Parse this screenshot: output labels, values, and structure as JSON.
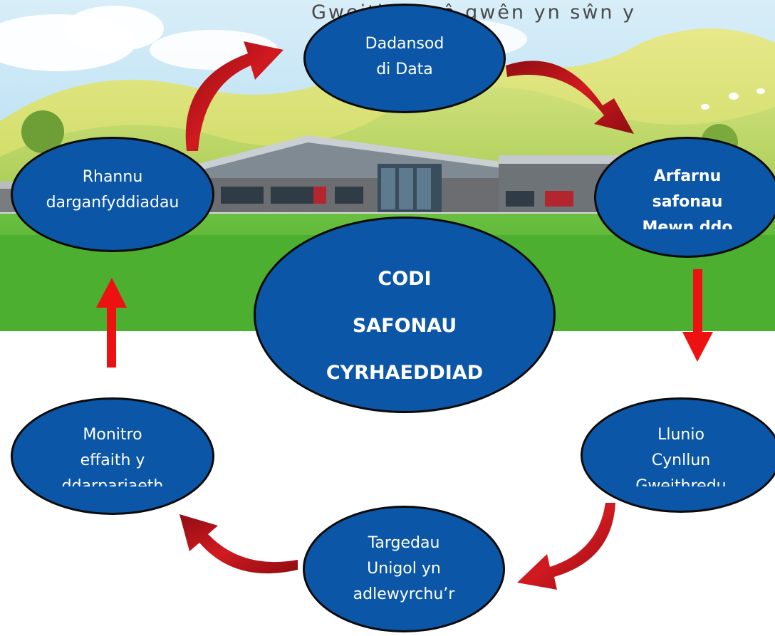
{
  "header": {
    "motto": "Gweithio'n â gwên yn sŵn y"
  },
  "diagram": {
    "center": {
      "lines": [
        "CODI",
        "SAFONAU",
        "CYRHAEDDIAD"
      ]
    },
    "nodes": {
      "data_analysis": {
        "lines": [
          "Dadansod",
          "di Data"
        ]
      },
      "evaluate_standards": {
        "lines": [
          "Arfarnu",
          "safonau",
          "Mewn ddo"
        ]
      },
      "create_plan": {
        "lines": [
          "Llunio",
          "Cynllun",
          "Gweithredu"
        ]
      },
      "individual_targets": {
        "lines": [
          "Targedau",
          "Unigol yn",
          "adlewyrchu’r"
        ]
      },
      "monitor_impact": {
        "lines": [
          "Monitro",
          "effaith y",
          "ddarpariaeth"
        ]
      },
      "share_findings": {
        "lines": [
          "Rhannu",
          "darganfyddiadau"
        ]
      }
    }
  },
  "colors": {
    "node_fill": "#0b56a6",
    "node_border": "#0a0a0a",
    "arrow_red": "#c0151b",
    "arrow_bright_red": "#ee1111",
    "grass": "#4caf2f",
    "sky": "#9cd3ee"
  }
}
